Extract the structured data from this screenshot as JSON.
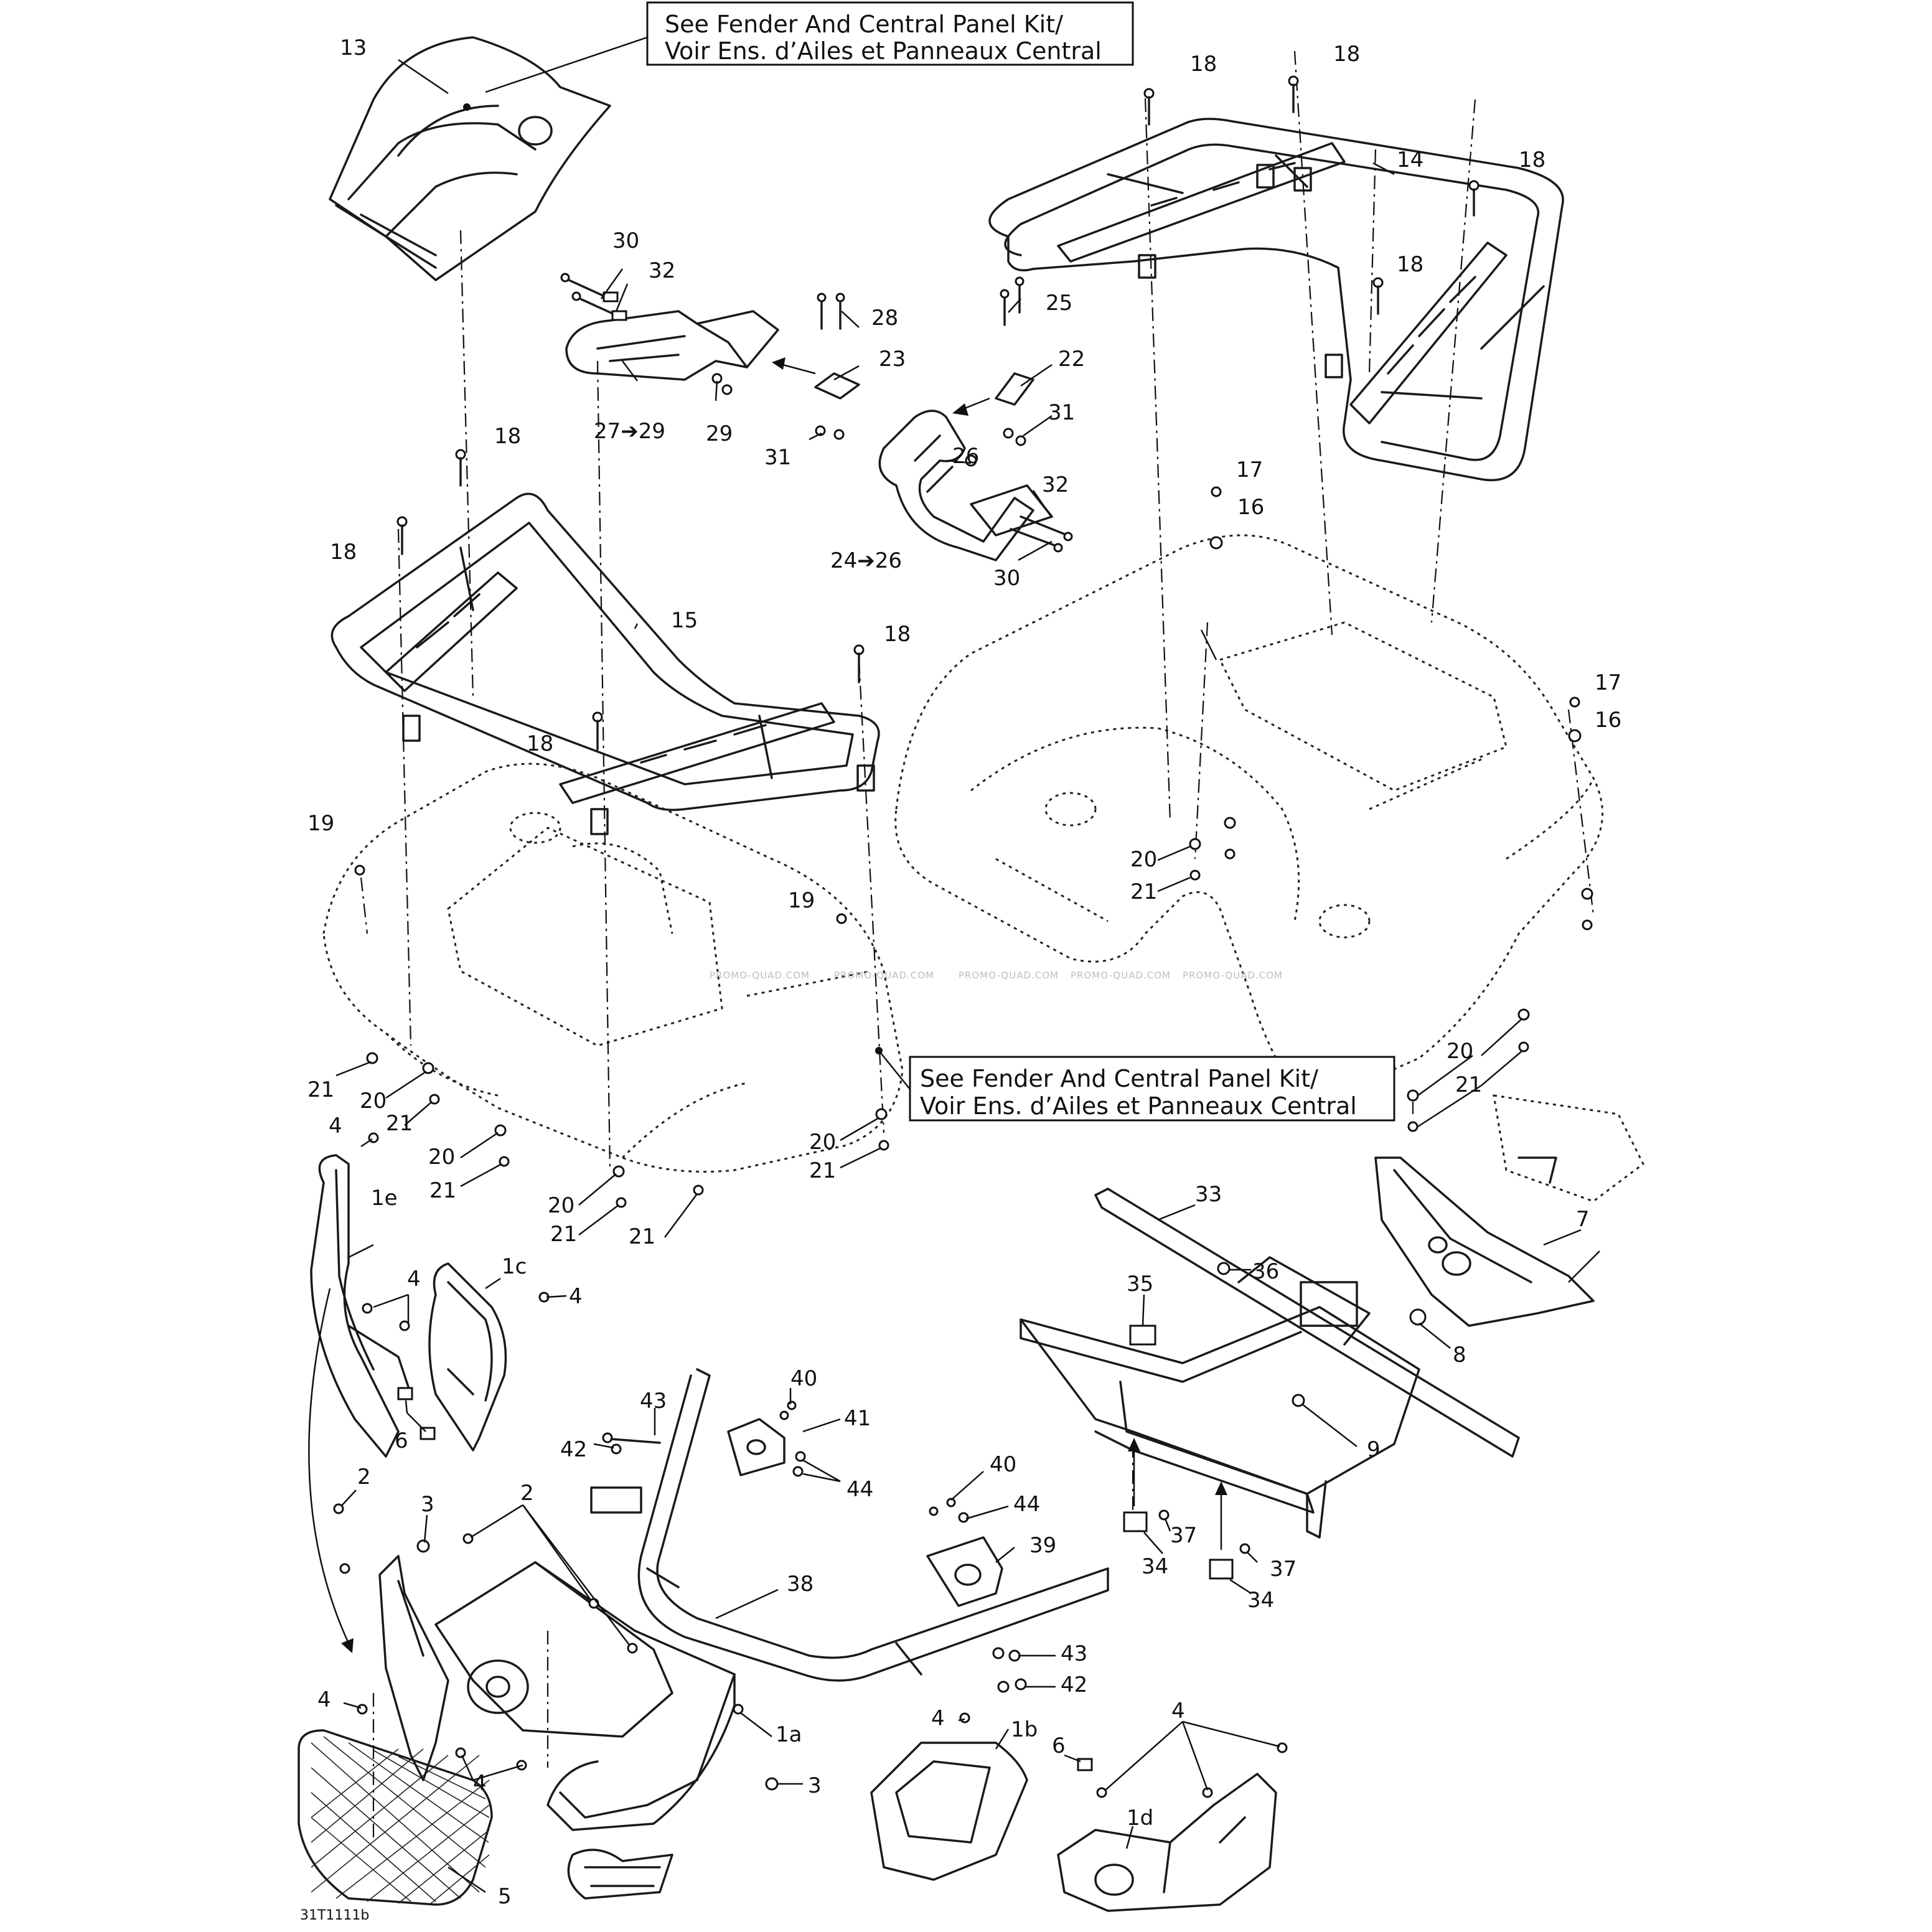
{
  "notes": {
    "top": {
      "line1": "See Fender And Central Panel Kit/",
      "line2": "Voir Ens. d’Ailes et Panneaux Central"
    },
    "middle": {
      "line1": "See Fender And Central Panel Kit/",
      "line2": "Voir Ens. d’Ailes et Panneaux Central"
    }
  },
  "drawing_code": "31T1111b",
  "watermarks": [
    "PROMO-QUAD.COM",
    "PROMO-QUAD.COM",
    "PROMO-QUAD.COM",
    "PROMO-QUAD.COM",
    "PROMO-QUAD.COM"
  ],
  "callouts": [
    "13",
    "30",
    "32",
    "28",
    "23",
    "27➔29",
    "29",
    "31",
    "25",
    "22",
    "31",
    "26",
    "32",
    "24➔26",
    "30",
    "18",
    "18",
    "14",
    "18",
    "18",
    "18",
    "18",
    "15",
    "18",
    "18",
    "17",
    "16",
    "17",
    "16",
    "19",
    "19",
    "20",
    "21",
    "21",
    "20",
    "21",
    "20",
    "21",
    "20",
    "21",
    "20",
    "21",
    "20",
    "21",
    "21",
    "4",
    "1e",
    "4",
    "1c",
    "4",
    "6",
    "2",
    "3",
    "2",
    "4",
    "1a",
    "3",
    "4",
    "5",
    "42",
    "43",
    "40",
    "41",
    "44",
    "40",
    "44",
    "39",
    "38",
    "43",
    "42",
    "4",
    "1b",
    "6",
    "4",
    "1d",
    "33",
    "35",
    "7",
    "8",
    "36",
    "9",
    "37",
    "34",
    "37",
    "34"
  ]
}
